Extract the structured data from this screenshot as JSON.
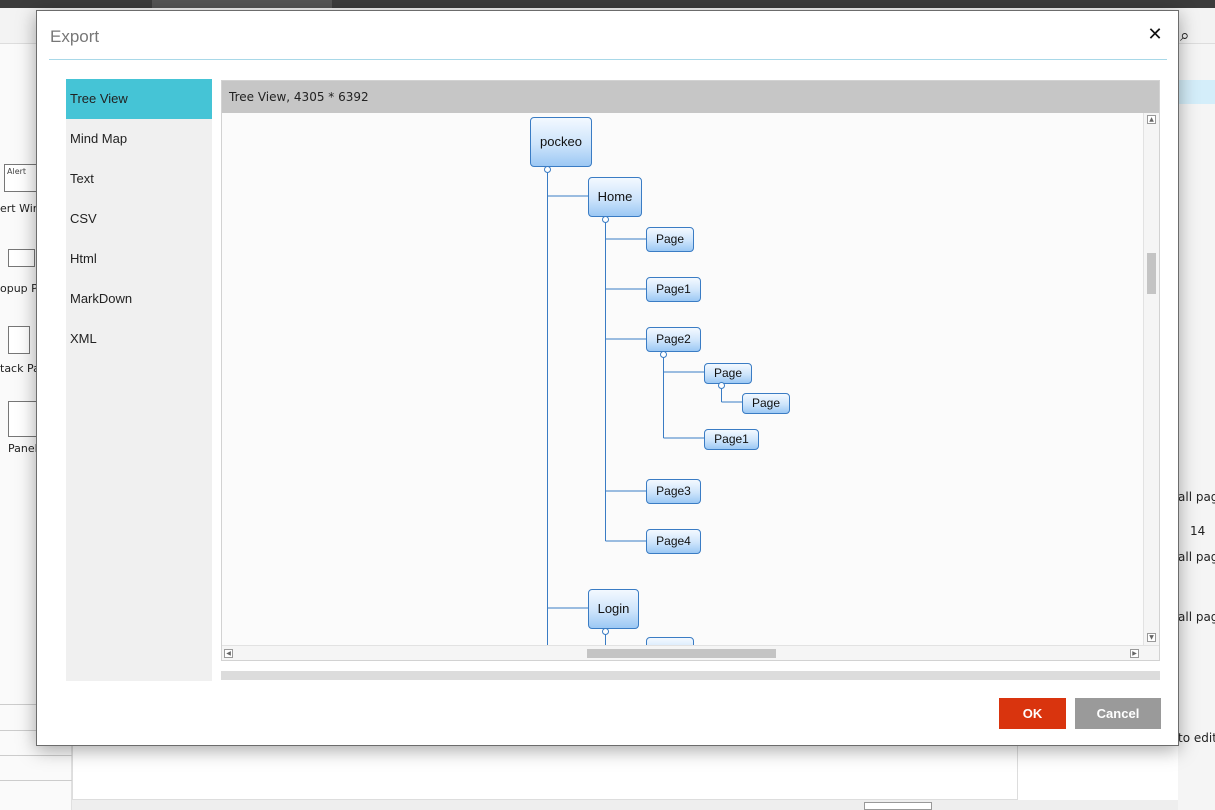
{
  "background": {
    "sidebar_labels": [
      "Alert",
      "ert Win",
      "opup Pa",
      "tack Pa",
      "Panel"
    ],
    "right_panel": {
      "labels": [
        "all pag",
        "all pag",
        "all pag"
      ],
      "page_count": "14",
      "hint": "to edit"
    }
  },
  "dialog": {
    "title": "Export",
    "close_symbol": "✕",
    "formats": [
      {
        "label": "Tree View",
        "active": true
      },
      {
        "label": "Mind Map",
        "active": false
      },
      {
        "label": "Text",
        "active": false
      },
      {
        "label": "CSV",
        "active": false
      },
      {
        "label": "Html",
        "active": false
      },
      {
        "label": "MarkDown",
        "active": false
      },
      {
        "label": "XML",
        "active": false
      }
    ],
    "preview_header": "Tree View, 4305 * 6392",
    "tree": {
      "root": "pockeo",
      "home": "Home",
      "home_children": [
        "Page",
        "Page1",
        "Page2",
        "Page3",
        "Page4"
      ],
      "page2_children": [
        "Page",
        "Page1"
      ],
      "page2_grandchild": "Page",
      "login": "Login",
      "login_child": ""
    },
    "ok_label": "OK",
    "cancel_label": "Cancel"
  },
  "colors": {
    "accent": "#45c4d6",
    "ok_button": "#d9340e",
    "cancel_button": "#9a9a9a",
    "tree_line": "#3a7cc4"
  },
  "icons": {
    "close": "close-icon",
    "search": "search-icon"
  }
}
